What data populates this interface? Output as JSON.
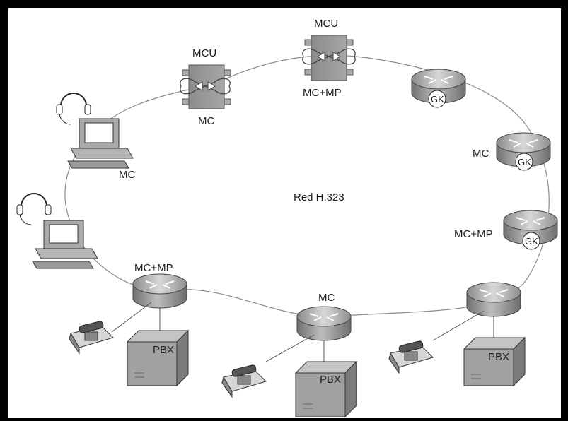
{
  "network_label": "Red H.323",
  "mcu_left": {
    "top": "MCU",
    "bottom": "MC"
  },
  "mcu_top": {
    "top": "MCU",
    "bottom": "MC+MP"
  },
  "router_gk_top": {
    "badge": "GK"
  },
  "router_gk_right_mid": {
    "label": "MC",
    "badge": "GK"
  },
  "router_gk_right_low": {
    "label": "MC+MP",
    "badge": "GK"
  },
  "pc_upper": {
    "label": "MC"
  },
  "router_bottom_left": {
    "label": "MC+MP"
  },
  "router_bottom_mid": {
    "label": "MC"
  },
  "pbx_left": {
    "label": "PBX"
  },
  "pbx_mid": {
    "label": "PBX"
  },
  "pbx_right": {
    "label": "PBX"
  }
}
